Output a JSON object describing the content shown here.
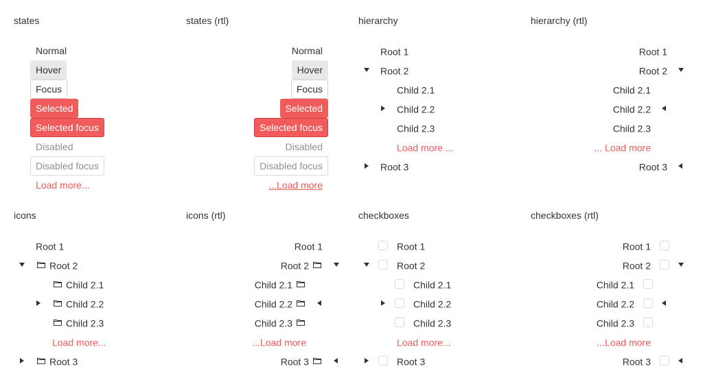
{
  "titles": {
    "states": "states",
    "states_rtl": "states (rtl)",
    "hierarchy": "hierarchy",
    "hierarchy_rtl": "hierarchy (rtl)",
    "icons": "icons",
    "icons_rtl": "icons (rtl)",
    "checkboxes": "checkboxes",
    "checkboxes_rtl": "checkboxes (rtl)"
  },
  "states": {
    "normal": "Normal",
    "hover": "Hover",
    "focus": "Focus",
    "selected": "Selected",
    "selected_focus": "Selected focus",
    "disabled": "Disabled",
    "disabled_focus": "Disabled focus",
    "load_more": "Load more..."
  },
  "states_rtl": {
    "load_more": "...Load more"
  },
  "tree": {
    "root1": "Root 1",
    "root2": "Root 2",
    "child21": "Child 2.1",
    "child22": "Child 2.2",
    "child23": "Child 2.3",
    "root3": "Root 3",
    "load_more_hierarchy": "Load more ...",
    "load_more_hierarchy_rtl": "... Load more",
    "load_more_icons": "Load more...",
    "load_more_icons_rtl": "...Load more"
  },
  "colors": {
    "accent": "#f25b5b",
    "hover_bg": "#e8e8e8",
    "text": "#333333",
    "disabled_text": "#909090"
  },
  "icons": {
    "expanded": "triangle-down-icon",
    "collapsed_ltr": "triangle-right-icon",
    "collapsed_rtl": "triangle-left-icon",
    "node": "folder-icon"
  }
}
